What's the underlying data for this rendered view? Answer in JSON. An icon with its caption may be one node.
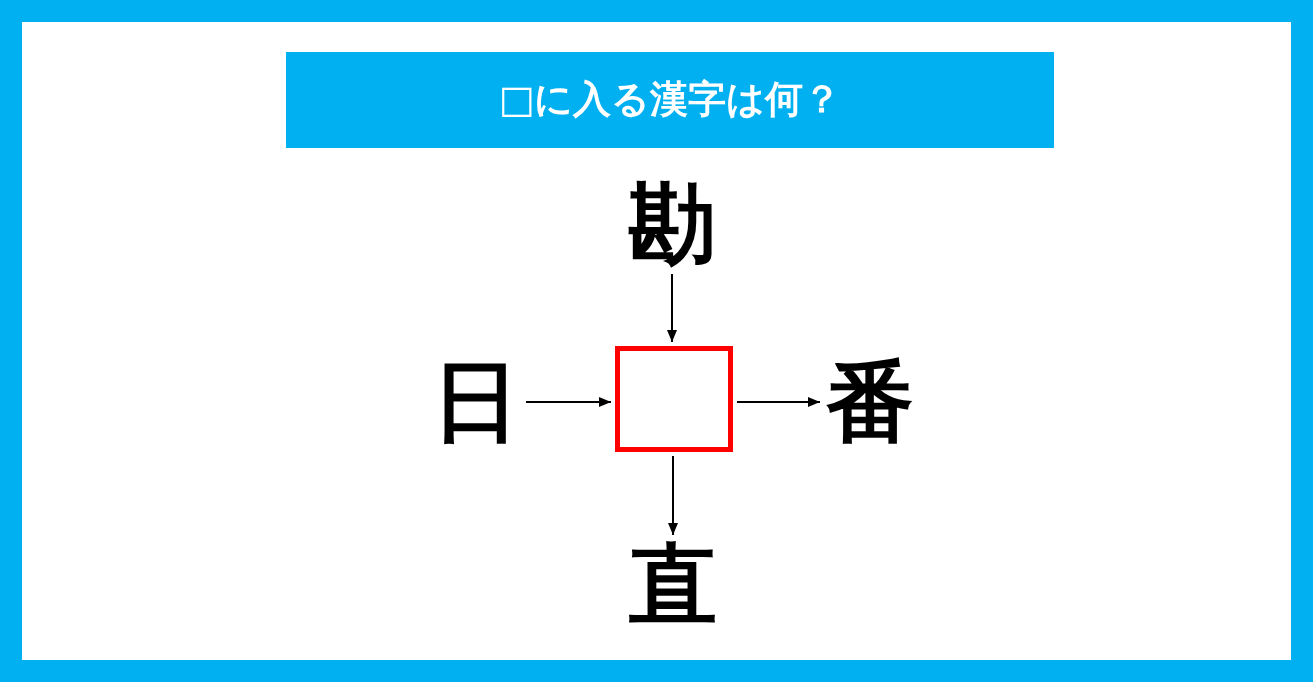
{
  "diagram": {
    "title": "□に入る漢字は何？",
    "nodes": [
      {
        "text": [
          "勘"
        ]
      },
      {
        "text": [
          "日"
        ]
      },
      {
        "text": [],
        "shape": "box"
      },
      {
        "text": [
          "番"
        ]
      },
      {
        "text": [
          "直"
        ]
      }
    ],
    "edges": [
      {
        "from": 0,
        "to": 2,
        "arrow": "to"
      },
      {
        "from": 1,
        "to": 2,
        "arrow": "to"
      },
      {
        "from": 2,
        "to": 3,
        "arrow": "to"
      },
      {
        "from": 2,
        "to": 4,
        "arrow": "to"
      }
    ]
  }
}
